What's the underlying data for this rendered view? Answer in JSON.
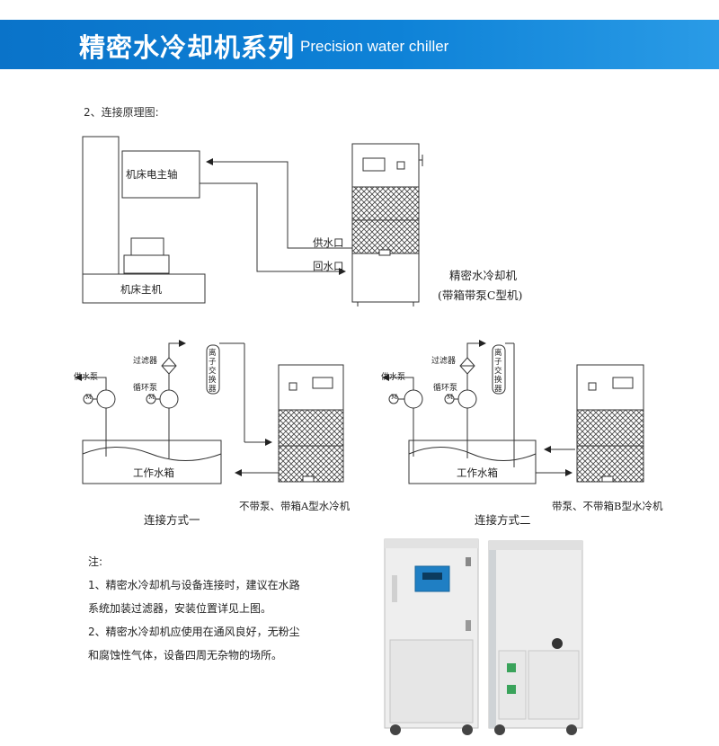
{
  "header": {
    "title_cn": "精密水冷却机系列",
    "title_en": "Precision water chiller"
  },
  "section": {
    "title": "2、连接原理图:"
  },
  "diagram_top": {
    "spindle_label": "机床电主轴",
    "host_label": "机床主机",
    "supply_port": "供水口",
    "return_port": "回水口",
    "chiller_caption_1": "精密水冷却机",
    "chiller_caption_2": "(带箱带泵C型机)"
  },
  "diagram_a": {
    "filter": "过滤器",
    "supply_pump": "供水泵",
    "circ_pump": "循环泵",
    "ion_exchanger": "离子交换器",
    "motor": "M",
    "tank": "工作水箱",
    "chiller_label": "不带泵、带箱A型水冷机",
    "caption": "连接方式一"
  },
  "diagram_b": {
    "filter": "过滤器",
    "supply_pump": "供水泵",
    "circ_pump": "循环泵",
    "ion_exchanger": "离子交换器",
    "motor": "M",
    "tank": "工作水箱",
    "chiller_label": "带泵、不带箱B型水冷机",
    "caption": "连接方式二"
  },
  "notes": {
    "heading": "注:",
    "line1": "1、精密水冷却机与设备连接时，建议在水路",
    "line2": "系统加装过滤器，安装位置详见上图。",
    "line3": "2、精密水冷却机应使用在通风良好，无粉尘",
    "line4": "和腐蚀性气体，设备四周无杂物的场所。"
  },
  "colors": {
    "header_blue": "#0e82d7",
    "line": "#333333"
  }
}
